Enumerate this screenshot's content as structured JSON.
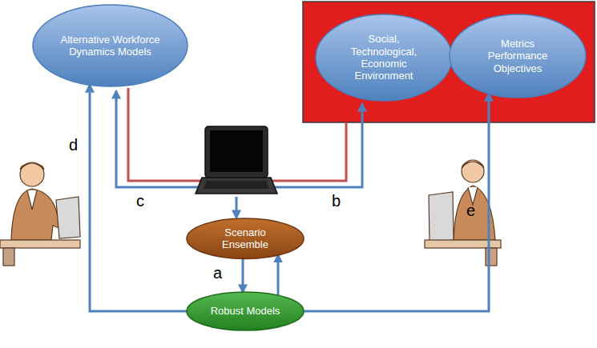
{
  "diagram": {
    "nodes": [
      {
        "text": [
          "Alternative Workforce Dynamics Models"
        ]
      },
      {
        "text": [
          "Social, Technological, Economic Environment"
        ]
      },
      {
        "text": [
          "Metrics Performance Objectives"
        ]
      },
      {
        "text": [
          "Scenario Ensemble"
        ]
      },
      {
        "text": [
          "Robust Models"
        ]
      }
    ],
    "edges": [
      {
        "from": 3,
        "to": 4,
        "arrow": "to"
      },
      {
        "from": 4,
        "to": 3,
        "arrow": "to"
      },
      {
        "from": 4,
        "to": 0,
        "arrow": "to"
      },
      {
        "from": 4,
        "to": 2,
        "arrow": "to"
      }
    ],
    "labels": [
      "d",
      "c",
      "b",
      "a",
      "e"
    ]
  }
}
